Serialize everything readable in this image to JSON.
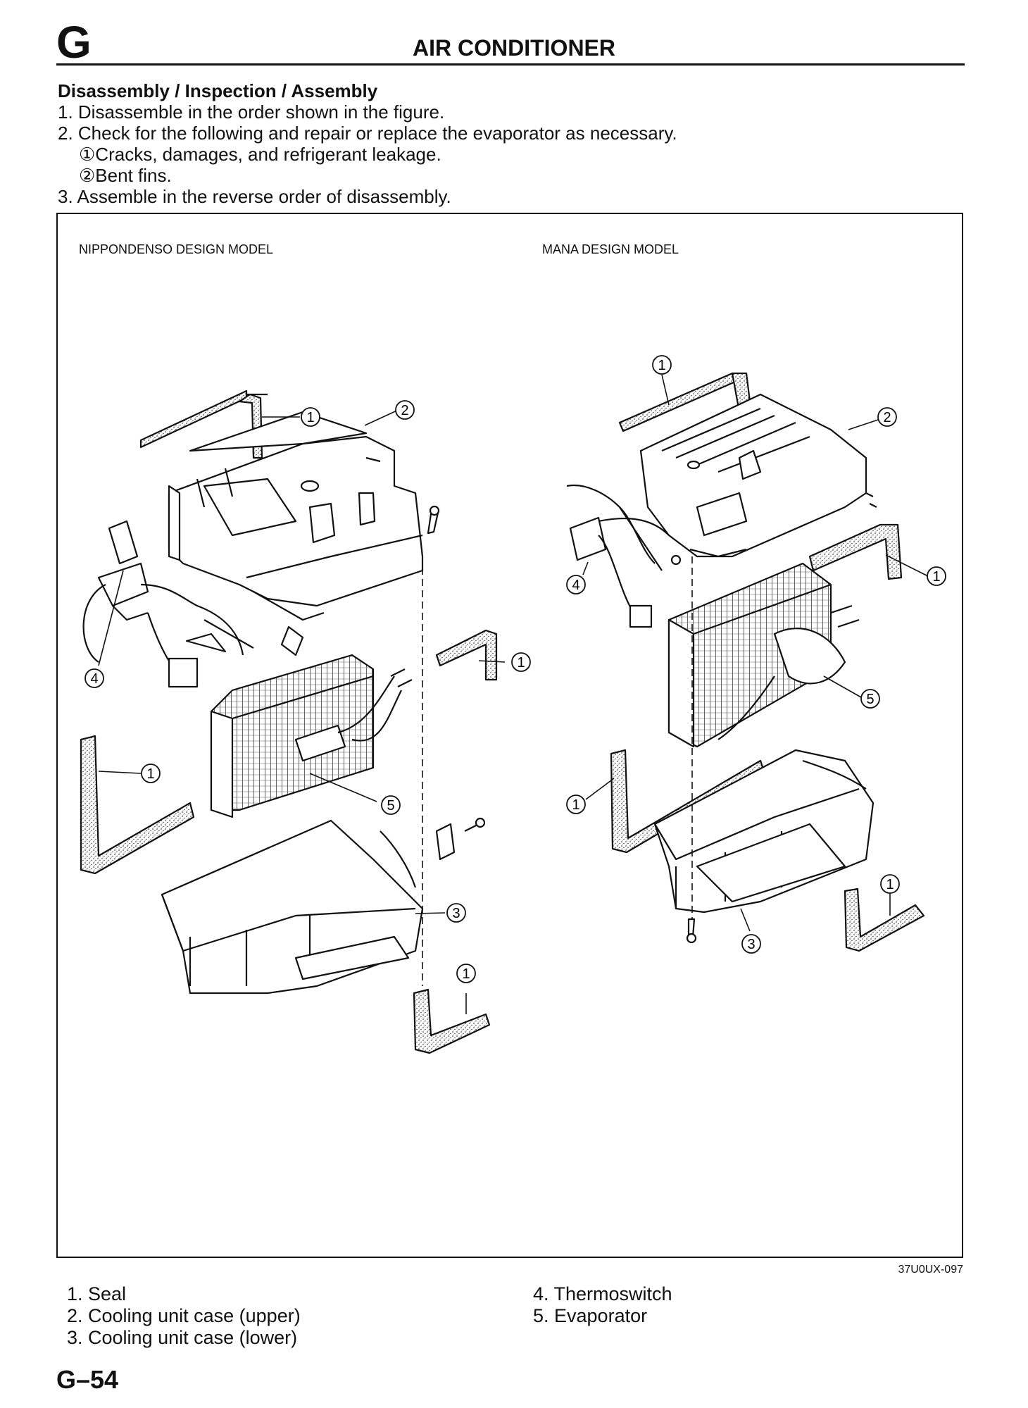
{
  "header": {
    "section_letter": "G",
    "title": "AIR CONDITIONER"
  },
  "procedure": {
    "heading": "Disassembly / Inspection / Assembly",
    "steps": [
      "1. Disassemble in the order shown in the figure.",
      "2. Check for the following and repair or replace the evaporator as necessary."
    ],
    "checks": [
      "①Cracks, damages, and refrigerant leakage.",
      "②Bent fins."
    ],
    "final_step": "3. Assemble in the reverse order of disassembly."
  },
  "figure": {
    "left_model": "NIPPONDENSO DESIGN MODEL",
    "right_model": "MANA DESIGN MODEL",
    "code": "37U0UX-097",
    "callouts": {
      "seal": "1",
      "upper_case": "2",
      "lower_case": "3",
      "thermoswitch": "4",
      "evaporator": "5"
    }
  },
  "legend": {
    "col1": [
      "1. Seal",
      "2. Cooling unit case (upper)",
      "3. Cooling unit case (lower)"
    ],
    "col2": [
      "4. Thermoswitch",
      "5. Evaporator"
    ]
  },
  "page_number": "G–54"
}
